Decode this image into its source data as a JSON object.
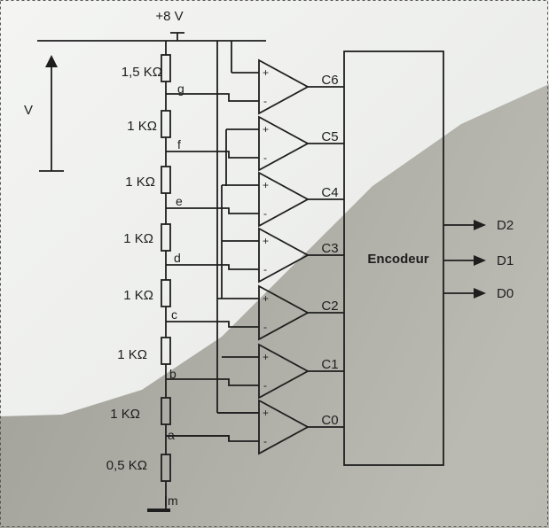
{
  "supply_label": "+8 V",
  "voltage_label": "V",
  "encoder_label": "Encodeur",
  "resistors": [
    "1,5 KΩ",
    "1 KΩ",
    "1 KΩ",
    "1 KΩ",
    "1 KΩ",
    "1 KΩ",
    "1 KΩ",
    "0,5 KΩ"
  ],
  "nodes": [
    "g",
    "f",
    "e",
    "d",
    "c",
    "b",
    "a",
    "m"
  ],
  "comparator_outputs": [
    "C6",
    "C5",
    "C4",
    "C3",
    "C2",
    "C1",
    "C0"
  ],
  "plus_sign": "+",
  "minus_sign": "-",
  "encoder_outputs": [
    "D2",
    "D1",
    "D0"
  ],
  "colors": {
    "ink": "#1e1e1e",
    "paper": "#eef0ee",
    "shadow": "#a3a39a"
  }
}
